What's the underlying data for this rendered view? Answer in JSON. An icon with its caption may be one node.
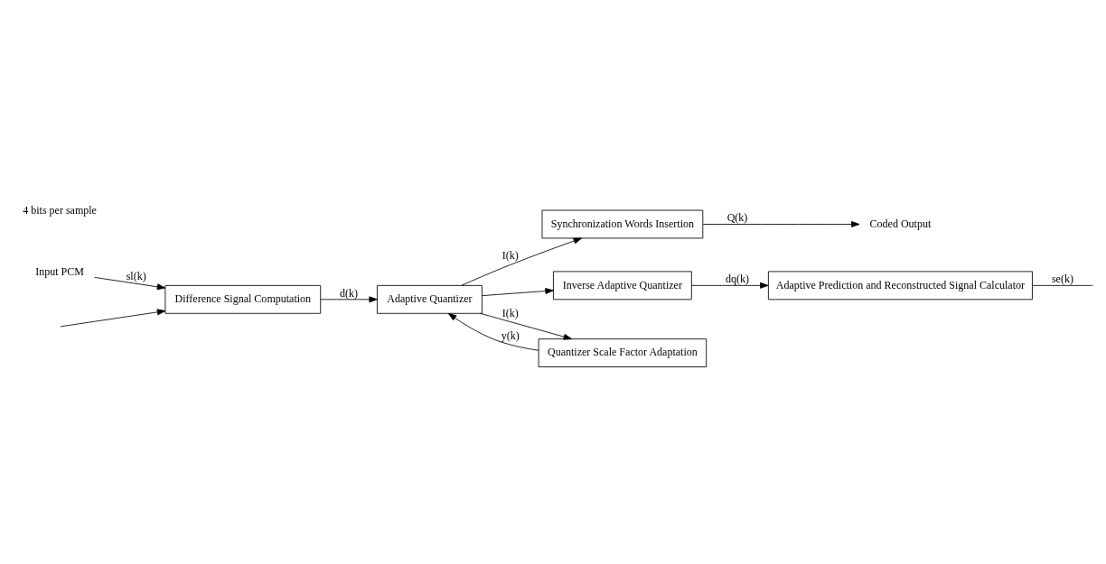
{
  "diagram": {
    "nodes": [
      {
        "text": [
          "Difference Signal Computation"
        ]
      },
      {
        "text": [
          "Adaptive Quantizer"
        ]
      },
      {
        "text": [
          "Synchronization Words Insertion"
        ]
      },
      {
        "text": [
          "Inverse Adaptive Quantizer"
        ]
      },
      {
        "text": [
          "Quantizer Scale Factor Adaptation"
        ]
      },
      {
        "text": [
          "Adaptive Prediction and Reconstructed Signal Calculator"
        ]
      },
      {
        "text": [
          "Input PCM"
        ]
      },
      {
        "text": [
          "Coded Output"
        ]
      }
    ],
    "edges": [
      {
        "from": 6,
        "to": 0,
        "arrow": "to",
        "label": "sl(k)"
      },
      {
        "from": 0,
        "to": 1,
        "arrow": "to",
        "label": "d(k)"
      },
      {
        "from": 1,
        "to": 2,
        "arrow": "to",
        "label": "I(k)"
      },
      {
        "from": 1,
        "to": 3,
        "arrow": "to"
      },
      {
        "from": 1,
        "to": 4,
        "arrow": "to",
        "label": "I(k)"
      },
      {
        "from": 4,
        "to": 1,
        "arrow": "to",
        "label": "y(k)"
      },
      {
        "from": 2,
        "to": 7,
        "arrow": "to",
        "label": "Q(k)"
      },
      {
        "from": 3,
        "to": 5,
        "arrow": "to",
        "label": "dq(k)"
      },
      {
        "from": null,
        "to": 0,
        "arrow": "to"
      },
      {
        "from": 5,
        "to": null,
        "arrow": "none",
        "label": "se(k)"
      }
    ],
    "labels": [
      "4 bits per sample"
    ]
  }
}
